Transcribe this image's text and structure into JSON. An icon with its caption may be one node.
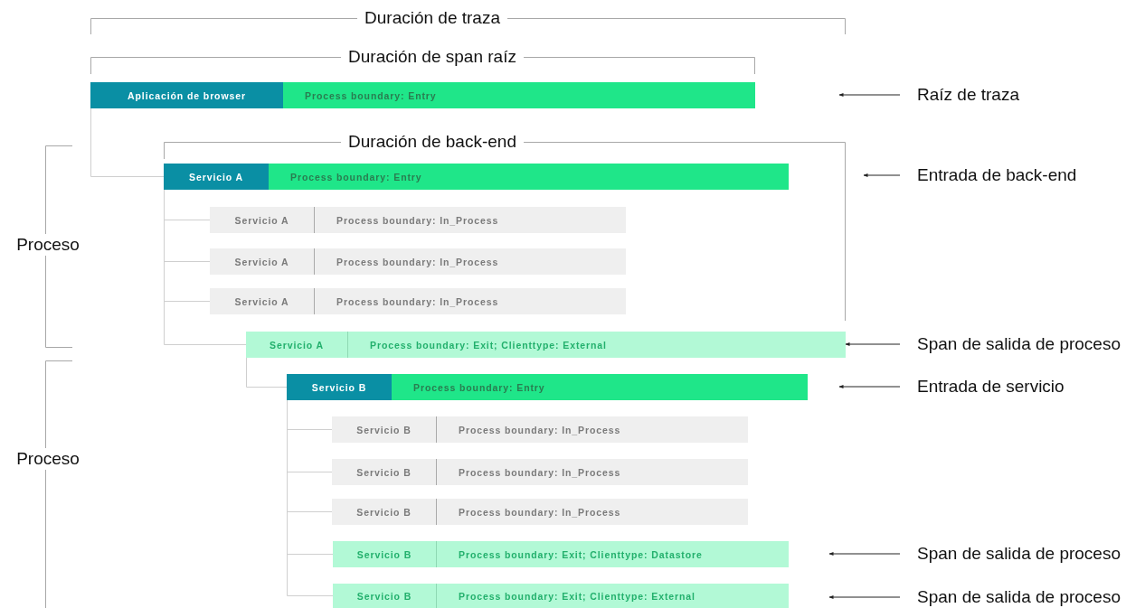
{
  "diagram": {
    "nodes": [
      {
        "text": [
          "Aplicación de browser",
          "Process boundary: Entry"
        ]
      },
      {
        "text": [
          "Servicio A",
          "Process boundary: Entry"
        ]
      },
      {
        "text": [
          "Servicio A",
          "Process boundary: In_Process"
        ]
      },
      {
        "text": [
          "Servicio A",
          "Process boundary: In_Process"
        ]
      },
      {
        "text": [
          "Servicio A",
          "Process boundary: In_Process"
        ]
      },
      {
        "text": [
          "Servicio A",
          "Process boundary: Exit; Clienttype: External"
        ]
      },
      {
        "text": [
          "Servicio B",
          "Process boundary: Entry"
        ]
      },
      {
        "text": [
          "Servicio B",
          "Process boundary: In_Process"
        ]
      },
      {
        "text": [
          "Servicio B",
          "Process boundary: In_Process"
        ]
      },
      {
        "text": [
          "Servicio B",
          "Process boundary: In_Process"
        ]
      },
      {
        "text": [
          "Servicio B",
          "Process boundary: Exit; Clienttype: Datastore"
        ]
      },
      {
        "text": [
          "Servicio B",
          "Process boundary: Exit; Clienttype: External"
        ]
      },
      {
        "text": [
          "Raíz de traza"
        ]
      },
      {
        "text": [
          "Entrada de back-end"
        ]
      },
      {
        "text": [
          "Span de salida de proceso"
        ]
      },
      {
        "text": [
          "Entrada de servicio"
        ]
      },
      {
        "text": [
          "Span de salida de proceso"
        ]
      },
      {
        "text": [
          "Span de salida de proceso"
        ]
      }
    ],
    "edges": [
      {
        "from": 0,
        "to": 1,
        "arrow": "none"
      },
      {
        "from": 1,
        "to": 2,
        "arrow": "none"
      },
      {
        "from": 1,
        "to": 3,
        "arrow": "none"
      },
      {
        "from": 1,
        "to": 4,
        "arrow": "none"
      },
      {
        "from": 1,
        "to": 5,
        "arrow": "none"
      },
      {
        "from": 5,
        "to": 6,
        "arrow": "none"
      },
      {
        "from": 6,
        "to": 7,
        "arrow": "none"
      },
      {
        "from": 6,
        "to": 8,
        "arrow": "none"
      },
      {
        "from": 6,
        "to": 9,
        "arrow": "none"
      },
      {
        "from": 6,
        "to": 10,
        "arrow": "none"
      },
      {
        "from": 6,
        "to": 11,
        "arrow": "none"
      },
      {
        "from": 12,
        "to": null,
        "arrow": "to",
        "color": "#222222"
      },
      {
        "from": 13,
        "to": null,
        "arrow": "to",
        "color": "#222222"
      },
      {
        "from": 14,
        "to": 5,
        "arrow": "to",
        "color": "#222222"
      },
      {
        "from": 15,
        "to": null,
        "arrow": "to",
        "color": "#222222"
      },
      {
        "from": 16,
        "to": null,
        "arrow": "to",
        "color": "#222222"
      },
      {
        "from": 17,
        "to": null,
        "arrow": "to",
        "color": "#222222"
      }
    ],
    "labels": [
      "Duración de traza",
      "Duración de span raíz",
      "Duración de back-end",
      "Proceso",
      "Proceso"
    ]
  }
}
